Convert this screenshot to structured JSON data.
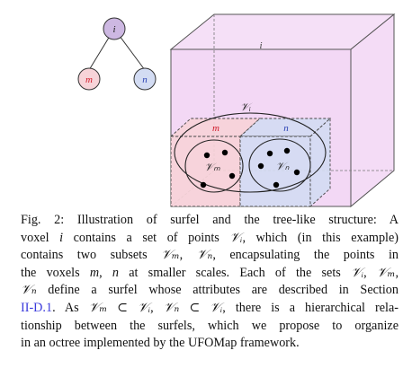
{
  "figure": {
    "tree": {
      "root": "i",
      "left": "m",
      "right": "n"
    },
    "cube_label": "i",
    "ellipse_label": "𝒱ᵢ",
    "voxel_m_label": "m",
    "voxel_n_label": "n",
    "subset_m_label": "𝒱ₘ",
    "subset_n_label": "𝒱ₙ",
    "colors": {
      "root": "#cdb8e2",
      "m": "#f7d3d8",
      "n": "#d3dcf3",
      "cube": "#f2d6f4",
      "m_text": "#d11a2a",
      "n_text": "#2f45b5"
    }
  },
  "caption": {
    "lines": [
      [
        "Fig. 2: Illustration of surfel and the tree-like structure: A"
      ],
      [
        "voxel ",
        "i",
        " contains a set of points ",
        "𝒱ᵢ",
        ", which (in this example)"
      ],
      [
        "contains two subsets ",
        "𝒱ₘ",
        ", ",
        "𝒱ₙ",
        ", encapsulating the points in"
      ],
      [
        "the voxels ",
        "m",
        ", ",
        "n",
        " at smaller scales. Each of the sets ",
        "𝒱ᵢ",
        ", ",
        "𝒱ₘ",
        ","
      ],
      [
        "𝒱ₙ",
        " define a surfel whose attributes are described in Section"
      ],
      [
        "II-D.1",
        ". As ",
        "𝒱ₘ ⊂ 𝒱ᵢ",
        ", ",
        "𝒱ₙ ⊂ 𝒱ᵢ",
        ", there is a hierarchical rela-"
      ],
      [
        "tionship between the surfels, which we propose to organize"
      ],
      [
        "in an octree implemented by the UFOMap framework."
      ]
    ]
  }
}
